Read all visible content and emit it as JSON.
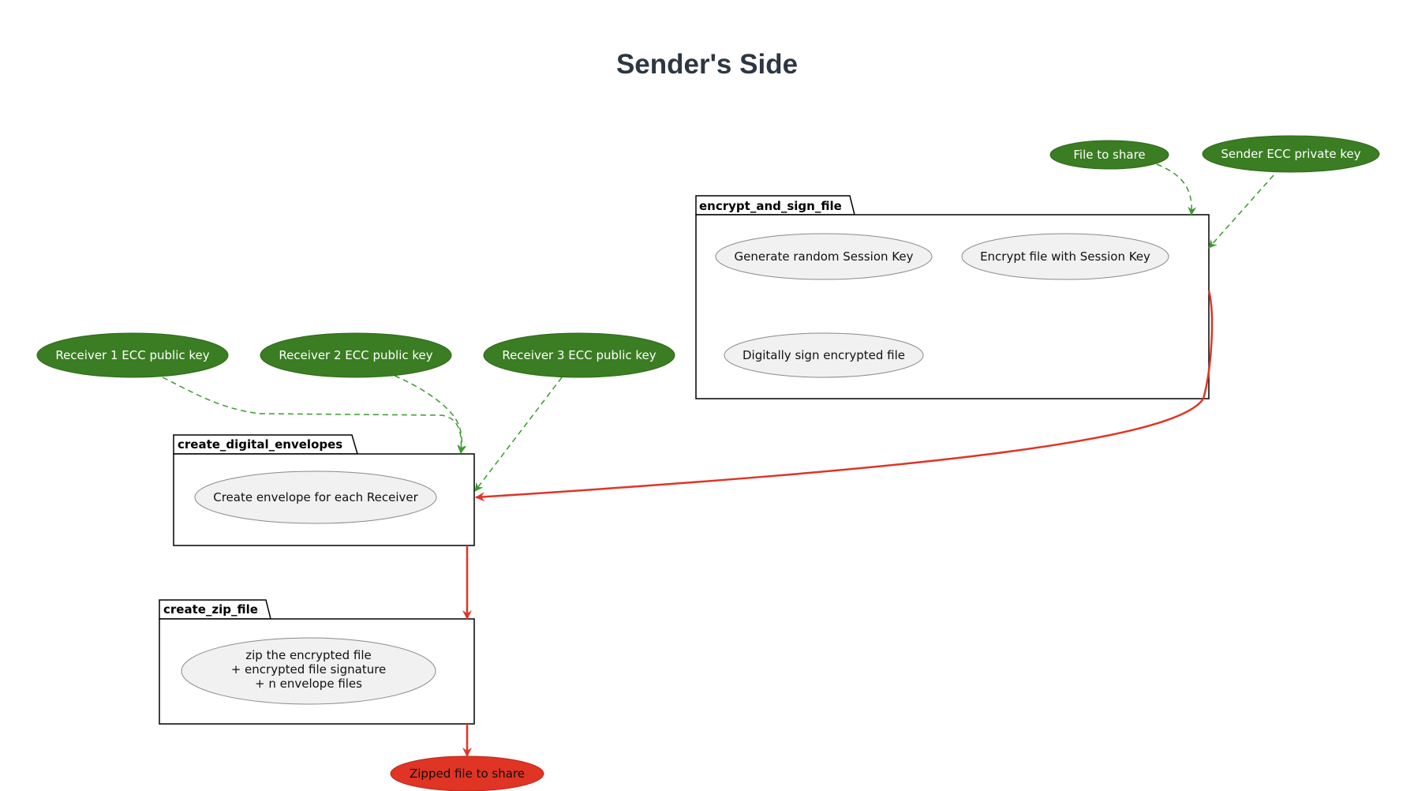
{
  "title": "Sender's Side",
  "colors": {
    "key_fill": "#3a7d22",
    "usecase_fill": "#f1f1f1",
    "output_fill": "#e03425",
    "red_flow": "#e03425",
    "green_dep": "#3a9a2c",
    "title": "#2c3742"
  },
  "packages": {
    "encrypt": {
      "label": "encrypt_and_sign_file",
      "usecases": [
        "Generate random Session Key",
        "Encrypt file with Session Key",
        "Digitally sign encrypted file"
      ]
    },
    "envelopes": {
      "label": "create_digital_envelopes",
      "usecases": [
        "Create envelope for each Receiver"
      ]
    },
    "zip": {
      "label": "create_zip_file",
      "usecase_lines": [
        "zip the encrypted file",
        "+ encrypted file signature",
        "+ n envelope files"
      ]
    }
  },
  "inputs": {
    "file": "File to share",
    "sender_key": "Sender ECC private key",
    "receiver1": "Receiver 1 ECC public key",
    "receiver2": "Receiver 2 ECC public key",
    "receiver3": "Receiver 3 ECC public key"
  },
  "output": "Zipped file to share"
}
